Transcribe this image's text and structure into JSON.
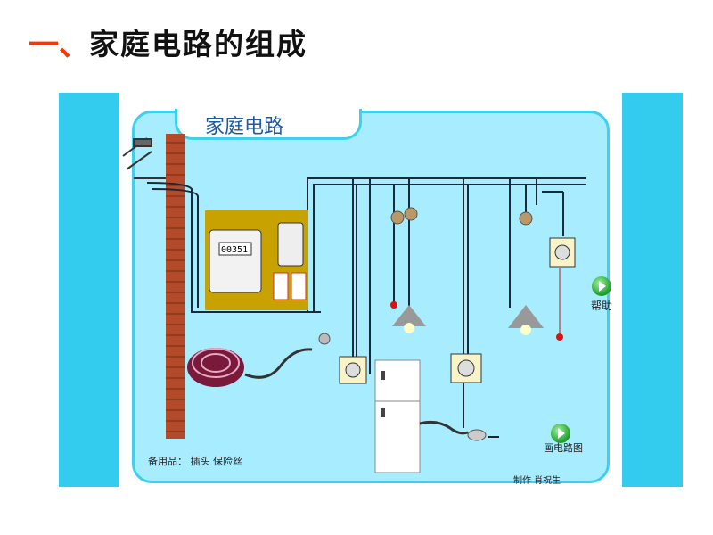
{
  "slide": {
    "number": "一、",
    "title": "家庭电路的组成"
  },
  "simulator": {
    "title": "家庭电路",
    "spare_parts_note": "备用品： 插头   保险丝",
    "help_label": "帮助",
    "draw_circuit_label": "画电路图",
    "credit": "制作  肖祝生"
  },
  "colors": {
    "frame": "#33ccee",
    "panel": "#a8ecff",
    "accent": "#ff3300"
  }
}
